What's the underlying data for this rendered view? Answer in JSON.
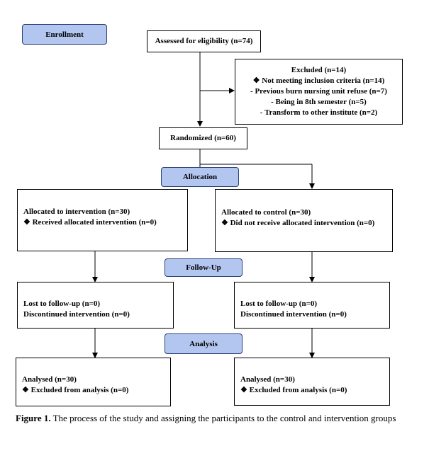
{
  "stages": {
    "enrollment": "Enrollment",
    "allocation": "Allocation",
    "follow_up": "Follow-Up",
    "analysis": "Analysis"
  },
  "assessed": "Assessed for eligibility (n=74)",
  "excluded": {
    "title": "Excluded (n=14)",
    "items": [
      "❖  Not meeting inclusion criteria (n=14)",
      "- Previous burn nursing unit refuse (n=7)",
      "- Being in 8th semester (n=5)",
      "- Transform to other institute (n=2)"
    ]
  },
  "randomized": "Randomized (n=60)",
  "intervention": {
    "allocated": "Allocated to intervention (n=30)",
    "received": "❖  Received allocated intervention (n=0)",
    "lost": "Lost to follow-up (n=0)",
    "discontinued": "Discontinued intervention (n=0)",
    "analysed": "Analysed (n=30)",
    "excluded_analysis": "❖  Excluded from analysis (n=0)"
  },
  "control": {
    "allocated": "Allocated to control (n=30)",
    "received": "❖  Did not receive allocated intervention (n=0)",
    "lost": "Lost to follow-up (n=0)",
    "discontinued": "Discontinued intervention (n=0)",
    "analysed": "Analysed (n=30)",
    "excluded_analysis": "❖  Excluded from analysis (n=0)"
  },
  "caption": {
    "label": "Figure 1.",
    "text": " The process of the study and assigning the participants to the control and intervention groups"
  },
  "colors": {
    "stage_fill": "#b3c6f0",
    "stage_border": "#2a3f7a",
    "line": "#000000"
  }
}
